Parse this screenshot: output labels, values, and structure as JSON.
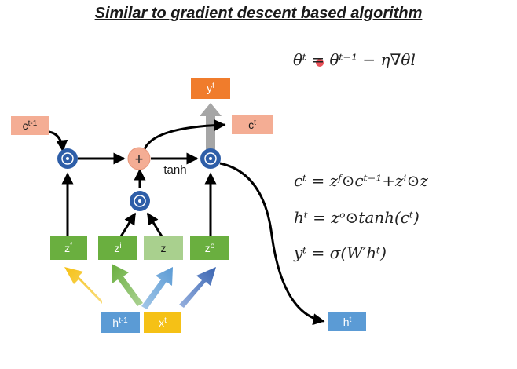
{
  "title": "Similar to gradient descent based algorithm",
  "nodes": {
    "c_prev": {
      "base": "c",
      "sup": "t-1"
    },
    "c_t": {
      "base": "c",
      "sup": "t"
    },
    "y_t": {
      "base": "y",
      "sup": "t"
    },
    "z_f": {
      "base": "z",
      "sup": "f"
    },
    "z_i": {
      "base": "z",
      "sup": "i"
    },
    "z": {
      "base": "z",
      "sup": ""
    },
    "z_o": {
      "base": "z",
      "sup": "o"
    },
    "h_prev": {
      "base": "h",
      "sup": "t-1"
    },
    "x_t": {
      "base": "x",
      "sup": "t"
    },
    "h_t": {
      "base": "h",
      "sup": "t"
    }
  },
  "ops": {
    "multiply": "⊙",
    "add": "+",
    "tanh_label": "tanh"
  },
  "equations": {
    "update": "θᵗ = θᵗ⁻¹ − η∇θl",
    "cell": "cᵗ = zᶠ⊙cᵗ⁻¹+zⁱ⊙z",
    "hidden": "hᵗ = zᵒ⊙tanh(cᵗ)",
    "output": "yᵗ = σ(W′hᵗ)"
  },
  "colors": {
    "salmon": "#f4ad94",
    "orange": "#f07c2c",
    "green": "#6aaf3f",
    "light_green": "#a9d08e",
    "blue": "#5b9bd5",
    "yellow": "#f5c116",
    "circle_blue": "#2e5ea8",
    "gray_arrow": "#a6a6a6"
  }
}
